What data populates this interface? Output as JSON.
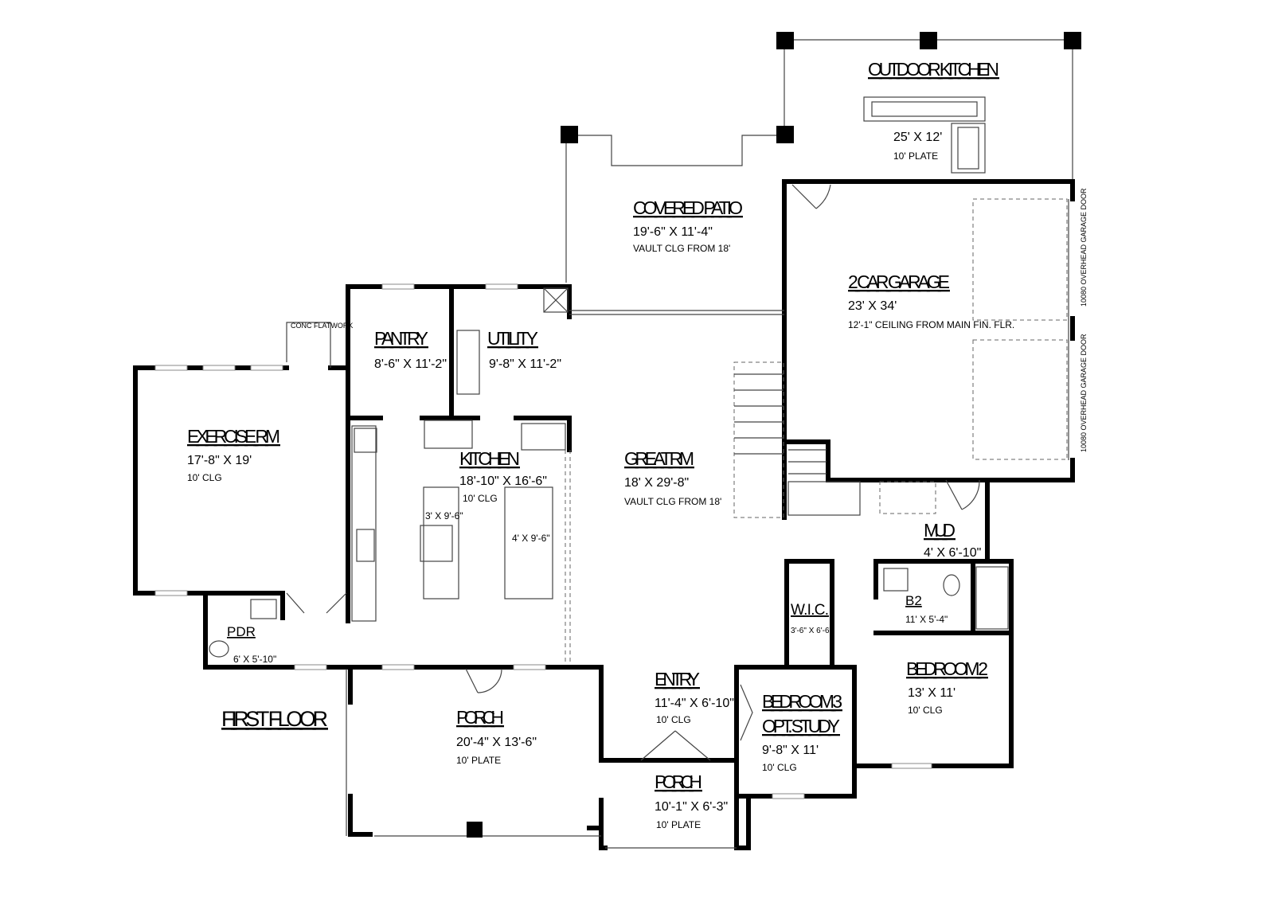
{
  "title": "FIRST FLOOR",
  "rooms": {
    "outdoor_kitchen": {
      "name": "OUTDOOR KITCHEN",
      "dim": "25' X 12'",
      "note": "10' PLATE"
    },
    "covered_patio": {
      "name": "COVERED PATIO",
      "dim": "19'-6\" X 11'-4\"",
      "note": "VAULT CLG FROM 18'"
    },
    "garage": {
      "name": "2 CAR GARAGE",
      "dim": "23' X 34'",
      "note": "12'-1\" CEILING FROM MAIN FIN. FLR."
    },
    "pantry": {
      "name": "PANTRY",
      "dim": "8'-6\" X 11'-2\""
    },
    "utility": {
      "name": "UTILITY",
      "dim": "9'-8\" X 11'-2\""
    },
    "exercise": {
      "name": "EXERCISE RM",
      "dim": "17'-8\" X 19'",
      "note": "10' CLG"
    },
    "kitchen": {
      "name": "KITCHEN",
      "dim": "18'-10\" X 16'-6\"",
      "note": "10' CLG",
      "island1": "3' X 9'-6\"",
      "island2": "4' X 9'-6\""
    },
    "great": {
      "name": "GREAT RM",
      "dim": "18' X 29'-8\"",
      "note": "VAULT CLG FROM 18'"
    },
    "mud": {
      "name": "MUD",
      "dim": "4' X 6'-10\""
    },
    "wic": {
      "name": "W.I.C.",
      "dim": "3'-6\" X 6'-6\""
    },
    "b2": {
      "name": "B2",
      "dim": "11' X 5'-4\""
    },
    "pdr": {
      "name": "PDR",
      "dim": "6' X 5'-10\""
    },
    "bedroom2": {
      "name": "BEDROOM 2",
      "dim": "13' X 11'",
      "note": "10' CLG"
    },
    "entry": {
      "name": "ENTRY",
      "dim": "11'-4\" X 6'-10\"",
      "note": "10' CLG"
    },
    "bedroom3": {
      "name": "BEDROOM 3",
      "name2": "OPT. STUDY",
      "dim": "9'-8\" X 11'",
      "note": "10' CLG"
    },
    "porch_main": {
      "name": "PORCH",
      "dim": "20'-4\" X 13'-6\"",
      "note": "10' PLATE"
    },
    "porch_entry": {
      "name": "PORCH",
      "dim": "10'-1\" X 6'-3\"",
      "note": "10' PLATE"
    }
  },
  "annotations": {
    "conc_flatwork": "CONC FLATWORK",
    "garage_door_1": "10080 OVERHEAD GARAGE DOOR",
    "garage_door_2": "10080 OVERHEAD GARAGE DOOR"
  }
}
